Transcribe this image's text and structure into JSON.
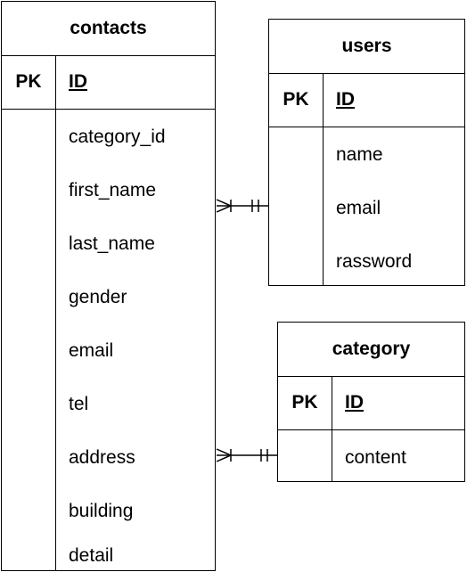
{
  "entities": {
    "contacts": {
      "name": "contacts",
      "pk_label": "PK",
      "pk_field": "ID",
      "fields": [
        "category_id",
        "first_name",
        "last_name",
        "gender",
        "email",
        "tel",
        "address",
        "building",
        "detail"
      ]
    },
    "users": {
      "name": "users",
      "pk_label": "PK",
      "pk_field": "ID",
      "fields": [
        "name",
        "email",
        "rassword"
      ]
    },
    "category": {
      "name": "category",
      "pk_label": "PK",
      "pk_field": "ID",
      "fields": [
        "content"
      ]
    }
  },
  "relationships": [
    {
      "from": "contacts",
      "to": "users",
      "from_end": "one-or-many",
      "to_end": "one-and-only-one"
    },
    {
      "from": "contacts",
      "to": "category",
      "from_end": "one-or-many",
      "to_end": "one-and-only-one"
    }
  ]
}
